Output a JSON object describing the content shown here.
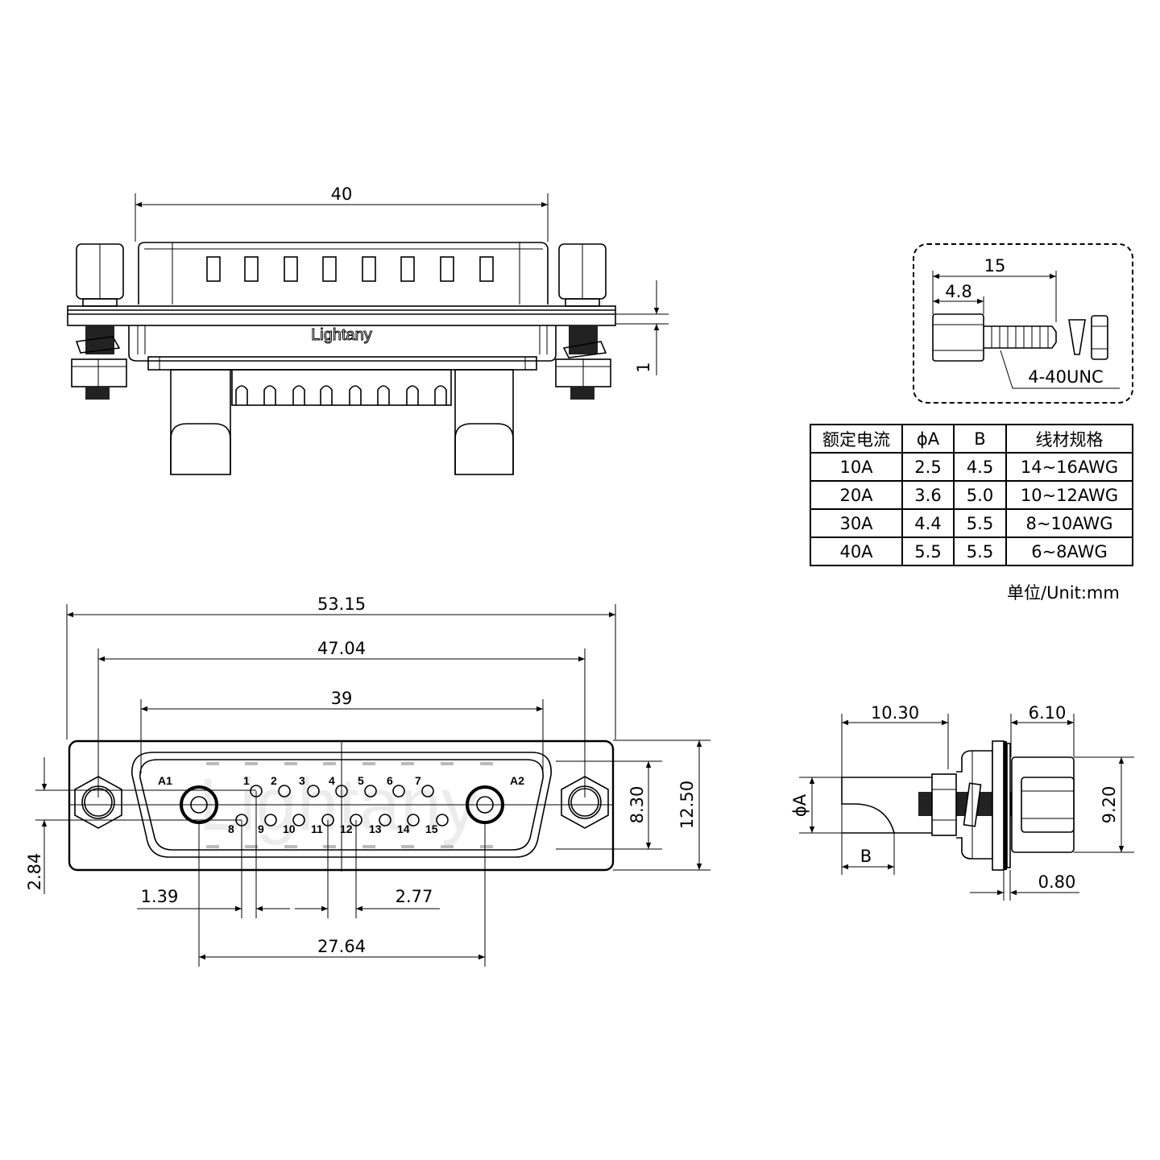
{
  "brand": {
    "logo_text": "Lightany",
    "watermark": "Lightany"
  },
  "top_view": {
    "dims": {
      "width": "40",
      "flange_thickness": "1"
    },
    "contacts_visible": 8
  },
  "front_view": {
    "dims": {
      "overall_width": "53.15",
      "mount_hole_pitch": "47.04",
      "shell_width": "39",
      "power_pitch": "27.64",
      "signal_pitch_small": "1.39",
      "signal_pitch_large": "2.77",
      "shell_height": "8.30",
      "overall_height": "12.50",
      "row_offset": "2.84"
    },
    "pin_labels": {
      "power": [
        "A1",
        "A2"
      ],
      "row1": [
        "1",
        "2",
        "3",
        "4",
        "5",
        "6",
        "7"
      ],
      "row2": [
        "8",
        "9",
        "10",
        "11",
        "12",
        "13",
        "14",
        "15"
      ]
    }
  },
  "side_view": {
    "dims": {
      "length": "10.30",
      "hex_length": "6.10",
      "hex_height": "9.20",
      "panel": "0.80",
      "dia_label": "ϕA",
      "b_label": "B"
    }
  },
  "screw_inset": {
    "dims": {
      "overall": "15",
      "hex": "4.8"
    },
    "thread_label": "4-40UNC"
  },
  "spec_table": {
    "headers": [
      "额定电流",
      "ϕA",
      "B",
      "线材规格"
    ],
    "rows": [
      [
        "10A",
        "2.5",
        "4.5",
        "14~16AWG"
      ],
      [
        "20A",
        "3.6",
        "5.0",
        "10~12AWG"
      ],
      [
        "30A",
        "4.4",
        "5.5",
        "8~10AWG"
      ],
      [
        "40A",
        "5.5",
        "5.5",
        "6~8AWG"
      ]
    ],
    "unit_note": "单位/Unit:mm"
  }
}
